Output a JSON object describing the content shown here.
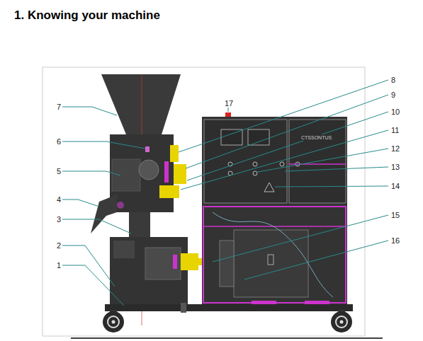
{
  "diagram": {
    "title": "1. Knowing your machine",
    "labels": [
      "1",
      "2",
      "3",
      "4",
      "5",
      "6",
      "7",
      "8",
      "9",
      "10",
      "11",
      "12",
      "13",
      "14",
      "15",
      "16",
      "17",
      "CTSSONTUS"
    ]
  }
}
